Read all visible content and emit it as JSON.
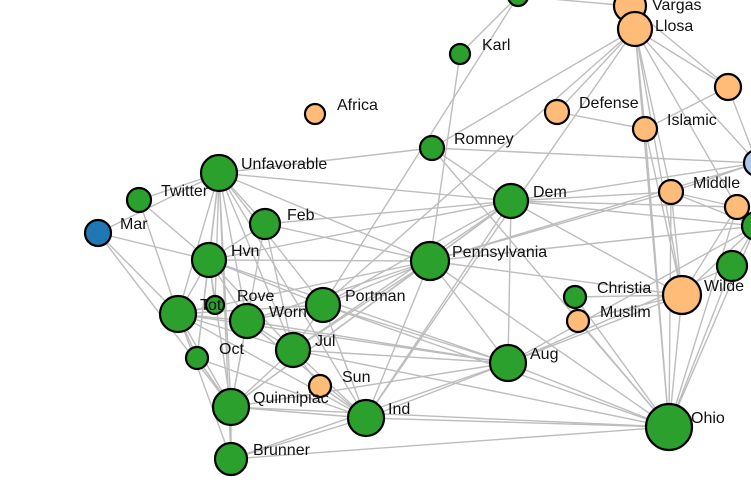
{
  "colors": {
    "green": "#2ca02c",
    "orange": "#ffbb78",
    "blue": "#1f77b4",
    "lightblue": "#aec7e8",
    "edge": "#bdbdbd"
  },
  "nodes": [
    {
      "id": "vargas",
      "label": "Vargas",
      "group": "orange"
    },
    {
      "id": "llosa",
      "label": "Llosa",
      "group": "orange"
    },
    {
      "id": "karl",
      "label": "Karl",
      "group": "green"
    },
    {
      "id": "africa",
      "label": "Africa",
      "group": "orange"
    },
    {
      "id": "defense",
      "label": "Defense",
      "group": "orange"
    },
    {
      "id": "islamic",
      "label": "Islamic",
      "group": "orange"
    },
    {
      "id": "romney",
      "label": "Romney",
      "group": "green"
    },
    {
      "id": "unfavorable",
      "label": "Unfavorable",
      "group": "green"
    },
    {
      "id": "twitter",
      "label": "Twitter",
      "group": "green"
    },
    {
      "id": "dem",
      "label": "Dem",
      "group": "green"
    },
    {
      "id": "middle",
      "label": "Middle",
      "group": "orange"
    },
    {
      "id": "mar",
      "label": "Mar",
      "group": "blue"
    },
    {
      "id": "feb",
      "label": "Feb",
      "group": "green"
    },
    {
      "id": "hvn",
      "label": "Hvn",
      "group": "green"
    },
    {
      "id": "pennsylvania",
      "label": "Pennsylvania",
      "group": "green"
    },
    {
      "id": "christian",
      "label": "Christia",
      "group": "green"
    },
    {
      "id": "wilde",
      "label": "Wilde",
      "group": "orange"
    },
    {
      "id": "rove",
      "label": "Rove",
      "group": "green"
    },
    {
      "id": "tot",
      "label": "Tot",
      "group": "green"
    },
    {
      "id": "portman",
      "label": "Portman",
      "group": "green"
    },
    {
      "id": "worn",
      "label": "Worn",
      "group": "green"
    },
    {
      "id": "muslim",
      "label": "Muslim",
      "group": "orange"
    },
    {
      "id": "jul",
      "label": "Jul",
      "group": "green"
    },
    {
      "id": "oct",
      "label": "Oct",
      "group": "green"
    },
    {
      "id": "aug",
      "label": "Aug",
      "group": "green"
    },
    {
      "id": "sun",
      "label": "Sun",
      "group": "orange"
    },
    {
      "id": "quinnipiac",
      "label": "Quinnipiac",
      "group": "green"
    },
    {
      "id": "ind",
      "label": "Ind",
      "group": "green"
    },
    {
      "id": "ohio",
      "label": "Ohio",
      "group": "green"
    },
    {
      "id": "brunner",
      "label": "Brunner",
      "group": "green"
    },
    {
      "id": "top",
      "label": "",
      "group": "green"
    },
    {
      "id": "edge_orange_1",
      "label": "",
      "group": "orange"
    },
    {
      "id": "edge_lightblue",
      "label": "",
      "group": "lightblue"
    },
    {
      "id": "edge_orange_2",
      "label": "",
      "group": "orange"
    },
    {
      "id": "edge_green_1",
      "label": "",
      "group": "green"
    },
    {
      "id": "edge_green_2",
      "label": "",
      "group": "green"
    }
  ],
  "edges": [
    [
      "unfavorable",
      "twitter"
    ],
    [
      "unfavorable",
      "feb"
    ],
    [
      "unfavorable",
      "hvn"
    ],
    [
      "unfavorable",
      "tot"
    ],
    [
      "unfavorable",
      "rove"
    ],
    [
      "unfavorable",
      "worn"
    ],
    [
      "unfavorable",
      "portman"
    ],
    [
      "unfavorable",
      "jul"
    ],
    [
      "unfavorable",
      "quinnipiac"
    ],
    [
      "unfavorable",
      "dem"
    ],
    [
      "unfavorable",
      "pennsylvania"
    ],
    [
      "unfavorable",
      "romney"
    ],
    [
      "unfavorable",
      "oct"
    ],
    [
      "unfavorable",
      "brunner"
    ],
    [
      "unfavorable",
      "ind"
    ],
    [
      "mar",
      "hvn"
    ],
    [
      "mar",
      "tot"
    ],
    [
      "mar",
      "quinnipiac"
    ],
    [
      "mar",
      "unfavorable"
    ],
    [
      "twitter",
      "tot"
    ],
    [
      "twitter",
      "hvn"
    ],
    [
      "feb",
      "hvn"
    ],
    [
      "feb",
      "pennsylvania"
    ],
    [
      "feb",
      "jul"
    ],
    [
      "feb",
      "quinnipiac"
    ],
    [
      "feb",
      "dem"
    ],
    [
      "hvn",
      "tot"
    ],
    [
      "hvn",
      "worn"
    ],
    [
      "hvn",
      "portman"
    ],
    [
      "hvn",
      "jul"
    ],
    [
      "hvn",
      "pennsylvania"
    ],
    [
      "hvn",
      "dem"
    ],
    [
      "hvn",
      "quinnipiac"
    ],
    [
      "hvn",
      "aug"
    ],
    [
      "hvn",
      "rove"
    ],
    [
      "hvn",
      "oct"
    ],
    [
      "tot",
      "worn"
    ],
    [
      "tot",
      "quinnipiac"
    ],
    [
      "tot",
      "brunner"
    ],
    [
      "tot",
      "jul"
    ],
    [
      "tot",
      "portman"
    ],
    [
      "tot",
      "pennsylvania"
    ],
    [
      "tot",
      "ind"
    ],
    [
      "tot",
      "aug"
    ],
    [
      "tot",
      "oct"
    ],
    [
      "tot",
      "rove"
    ],
    [
      "worn",
      "portman"
    ],
    [
      "worn",
      "jul"
    ],
    [
      "worn",
      "quinnipiac"
    ],
    [
      "worn",
      "ind"
    ],
    [
      "worn",
      "aug"
    ],
    [
      "worn",
      "pennsylvania"
    ],
    [
      "portman",
      "pennsylvania"
    ],
    [
      "portman",
      "jul"
    ],
    [
      "portman",
      "dem"
    ],
    [
      "portman",
      "ind"
    ],
    [
      "portman",
      "aug"
    ],
    [
      "portman",
      "ohio"
    ],
    [
      "jul",
      "quinnipiac"
    ],
    [
      "jul",
      "ind"
    ],
    [
      "jul",
      "aug"
    ],
    [
      "jul",
      "pennsylvania"
    ],
    [
      "jul",
      "dem"
    ],
    [
      "jul",
      "ohio"
    ],
    [
      "jul",
      "sun"
    ],
    [
      "quinnipiac",
      "ind"
    ],
    [
      "quinnipiac",
      "brunner"
    ],
    [
      "quinnipiac",
      "aug"
    ],
    [
      "quinnipiac",
      "pennsylvania"
    ],
    [
      "quinnipiac",
      "dem"
    ],
    [
      "quinnipiac",
      "ohio"
    ],
    [
      "quinnipiac",
      "oct"
    ],
    [
      "brunner",
      "ind"
    ],
    [
      "brunner",
      "ohio"
    ],
    [
      "brunner",
      "aug"
    ],
    [
      "ind",
      "aug"
    ],
    [
      "ind",
      "ohio"
    ],
    [
      "ind",
      "pennsylvania"
    ],
    [
      "ind",
      "dem"
    ],
    [
      "ind",
      "sun"
    ],
    [
      "aug",
      "ohio"
    ],
    [
      "aug",
      "dem"
    ],
    [
      "aug",
      "pennsylvania"
    ],
    [
      "aug",
      "wilde"
    ],
    [
      "aug",
      "edge_green_1"
    ],
    [
      "aug",
      "edge_green_2"
    ],
    [
      "pennsylvania",
      "dem"
    ],
    [
      "pennsylvania",
      "ohio"
    ],
    [
      "pennsylvania",
      "wilde"
    ],
    [
      "pennsylvania",
      "edge_green_1"
    ],
    [
      "pennsylvania",
      "middle"
    ],
    [
      "pennsylvania",
      "edge_lightblue"
    ],
    [
      "dem",
      "edge_lightblue"
    ],
    [
      "dem",
      "middle"
    ],
    [
      "dem",
      "wilde"
    ],
    [
      "dem",
      "romney"
    ],
    [
      "dem",
      "edge_green_1"
    ],
    [
      "dem",
      "edge_orange_2"
    ],
    [
      "romney",
      "edge_lightblue"
    ],
    [
      "romney",
      "ohio"
    ],
    [
      "romney",
      "llosa"
    ],
    [
      "karl",
      "pennsylvania"
    ],
    [
      "karl",
      "top"
    ],
    [
      "portman",
      "llosa"
    ],
    [
      "portman",
      "top"
    ],
    [
      "ind",
      "llosa"
    ],
    [
      "llosa",
      "wilde"
    ],
    [
      "llosa",
      "islamic"
    ],
    [
      "llosa",
      "ohio"
    ],
    [
      "llosa",
      "edge_orange_1"
    ],
    [
      "llosa",
      "middle"
    ],
    [
      "llosa",
      "edge_lightblue"
    ],
    [
      "llosa",
      "vargas"
    ],
    [
      "llosa",
      "edge_orange_2"
    ],
    [
      "vargas",
      "edge_orange_1"
    ],
    [
      "vargas",
      "top"
    ],
    [
      "wilde",
      "ohio"
    ],
    [
      "wilde",
      "christian"
    ],
    [
      "wilde",
      "muslim"
    ],
    [
      "wilde",
      "islamic"
    ],
    [
      "wilde",
      "edge_orange_2"
    ],
    [
      "wilde",
      "edge_green_1"
    ],
    [
      "wilde",
      "middle"
    ],
    [
      "islamic",
      "defense"
    ],
    [
      "islamic",
      "edge_orange_1"
    ],
    [
      "islamic",
      "ohio"
    ],
    [
      "ohio",
      "edge_green_1"
    ],
    [
      "ohio",
      "edge_green_2"
    ],
    [
      "ohio",
      "muslim"
    ],
    [
      "ohio",
      "christian"
    ],
    [
      "ohio",
      "middle"
    ],
    [
      "ohio",
      "edge_orange_2"
    ],
    [
      "middle",
      "edge_orange_2"
    ],
    [
      "middle",
      "edge_green_1"
    ],
    [
      "middle",
      "edge_lightblue"
    ],
    [
      "edge_orange_2",
      "edge_green_1"
    ],
    [
      "edge_green_1",
      "edge_green_2"
    ],
    [
      "edge_lightblue",
      "edge_orange_1"
    ],
    [
      "christian",
      "muslim"
    ],
    [
      "defense",
      "llosa"
    ],
    [
      "oct",
      "ind"
    ],
    [
      "oct",
      "quinnipiac"
    ]
  ]
}
